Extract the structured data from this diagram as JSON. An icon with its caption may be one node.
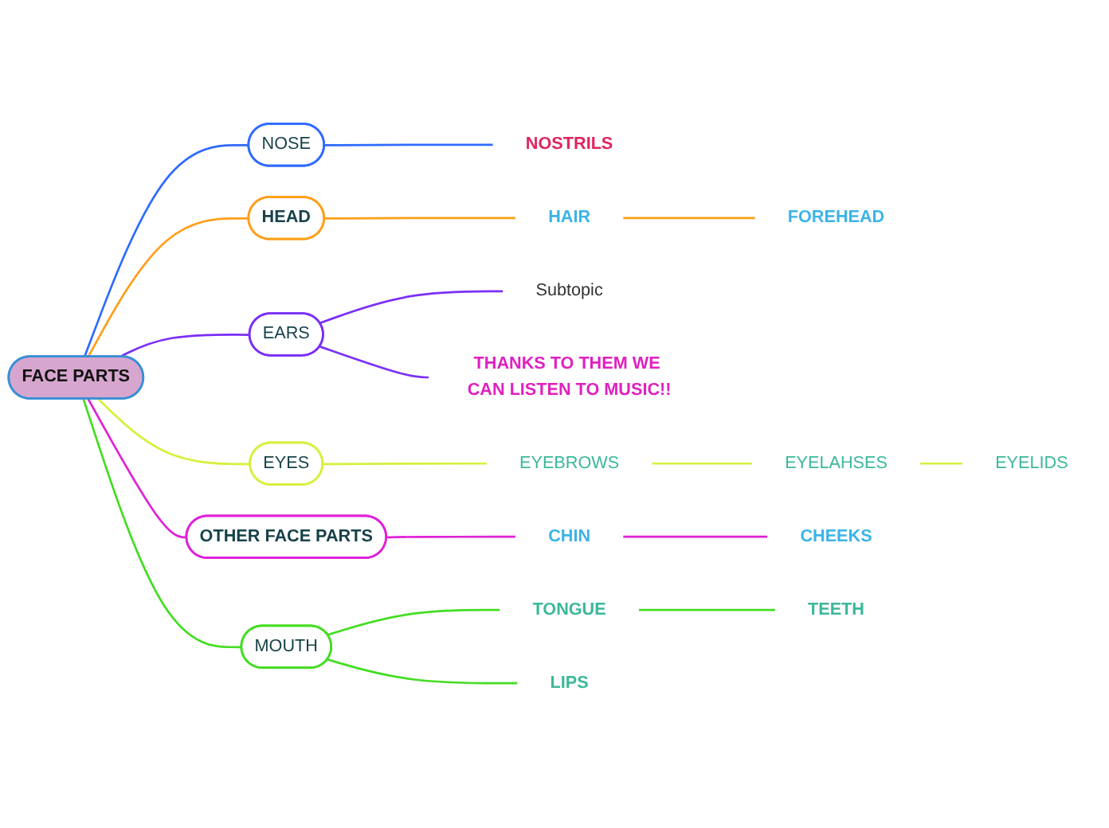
{
  "diagram": {
    "nodes": [
      {
        "text": [
          "FACE PARTS"
        ]
      },
      {
        "text": [
          "NOSE"
        ]
      },
      {
        "text": [
          "NOSTRILS"
        ]
      },
      {
        "text": [
          "HEAD"
        ]
      },
      {
        "text": [
          "HAIR"
        ]
      },
      {
        "text": [
          "FOREHEAD"
        ]
      },
      {
        "text": [
          "EARS"
        ]
      },
      {
        "text": [
          "Subtopic"
        ]
      },
      {
        "text": [
          "THANKS TO THEM WE CAN LISTEN TO MUSIC!!"
        ]
      },
      {
        "text": [
          "EYES"
        ]
      },
      {
        "text": [
          "EYEBROWS"
        ]
      },
      {
        "text": [
          "EYELAHSES"
        ]
      },
      {
        "text": [
          "EYELIDS"
        ]
      },
      {
        "text": [
          "OTHER FACE PARTS"
        ]
      },
      {
        "text": [
          "CHIN"
        ]
      },
      {
        "text": [
          "CHEEKS"
        ]
      },
      {
        "text": [
          "MOUTH"
        ]
      },
      {
        "text": [
          "TONGUE"
        ]
      },
      {
        "text": [
          "TEETH"
        ]
      },
      {
        "text": [
          "LIPS"
        ]
      }
    ],
    "edges": [
      {
        "from": 0,
        "to": 1,
        "arrow": "none",
        "color": "#2f6bff"
      },
      {
        "from": 1,
        "to": 2,
        "arrow": "none",
        "color": "#2f6bff"
      },
      {
        "from": 0,
        "to": 3,
        "arrow": "none",
        "color": "#ff9f1a"
      },
      {
        "from": 3,
        "to": 4,
        "arrow": "none",
        "color": "#ff9f1a"
      },
      {
        "from": 4,
        "to": 5,
        "arrow": "none",
        "color": "#ff9f1a"
      },
      {
        "from": 0,
        "to": 6,
        "arrow": "none",
        "color": "#7b2ff7"
      },
      {
        "from": 6,
        "to": 7,
        "arrow": "none",
        "color": "#7b2ff7"
      },
      {
        "from": 6,
        "to": 8,
        "arrow": "none",
        "color": "#7b2ff7"
      },
      {
        "from": 0,
        "to": 9,
        "arrow": "none",
        "color": "#d8f03c"
      },
      {
        "from": 9,
        "to": 10,
        "arrow": "none",
        "color": "#d8f03c"
      },
      {
        "from": 10,
        "to": 11,
        "arrow": "none",
        "color": "#d8f03c"
      },
      {
        "from": 11,
        "to": 12,
        "arrow": "none",
        "color": "#d8f03c"
      },
      {
        "from": 0,
        "to": 13,
        "arrow": "none",
        "color": "#e020d8"
      },
      {
        "from": 13,
        "to": 14,
        "arrow": "none",
        "color": "#e020d8"
      },
      {
        "from": 14,
        "to": 15,
        "arrow": "none",
        "color": "#e020d8"
      },
      {
        "from": 0,
        "to": 16,
        "arrow": "none",
        "color": "#44dd22"
      },
      {
        "from": 16,
        "to": 17,
        "arrow": "none",
        "color": "#44dd22"
      },
      {
        "from": 17,
        "to": 18,
        "arrow": "none",
        "color": "#44dd22"
      },
      {
        "from": 16,
        "to": 19,
        "arrow": "none",
        "color": "#44dd22"
      }
    ]
  }
}
